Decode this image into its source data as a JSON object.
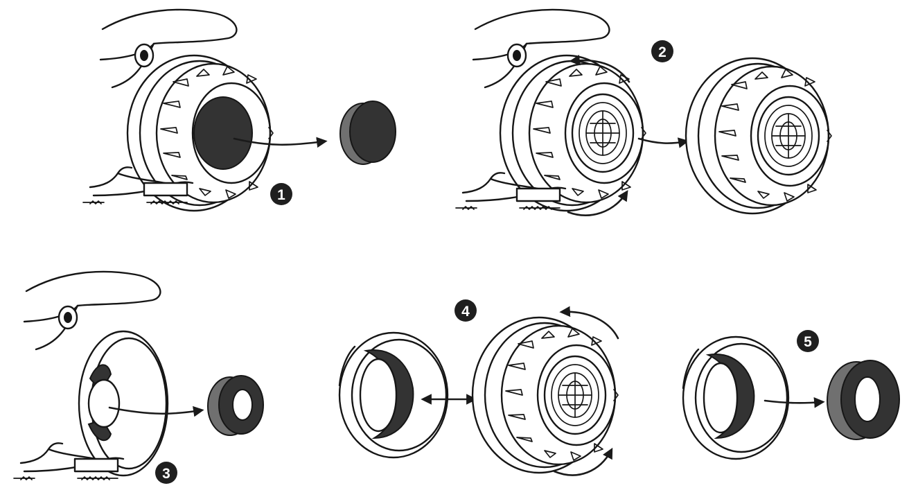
{
  "colors": {
    "ink": "#161616",
    "foam_dark": "#333333",
    "foam_side": "#707070",
    "badge": "#1f1f1f",
    "background": "#ffffff"
  },
  "steps": [
    {
      "number": "1"
    },
    {
      "number": "2"
    },
    {
      "number": "3"
    },
    {
      "number": "4"
    },
    {
      "number": "5"
    }
  ]
}
